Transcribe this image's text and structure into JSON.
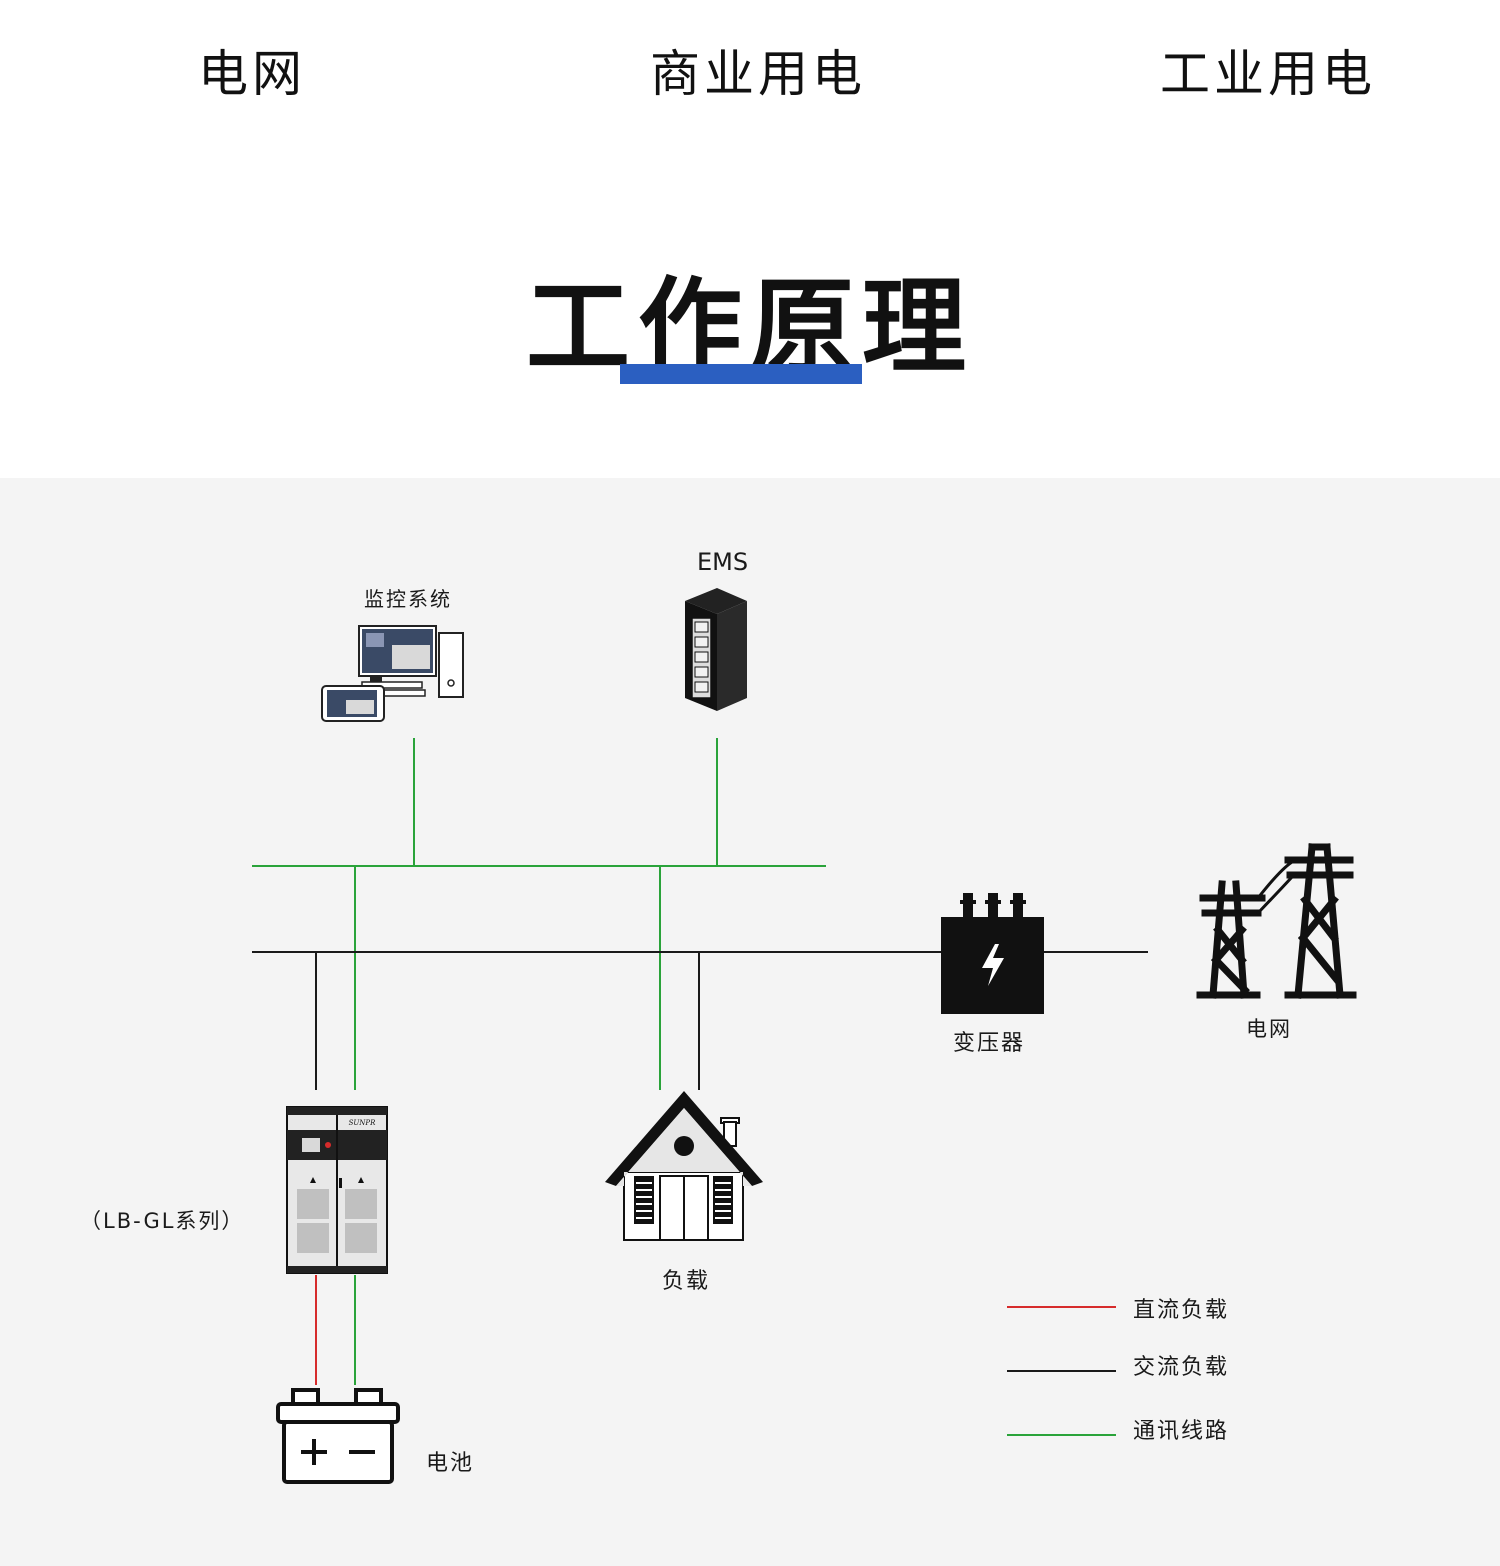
{
  "nav": {
    "items": [
      "电网",
      "商业用电",
      "工业用电"
    ]
  },
  "section": {
    "title": "工作原理",
    "accent_color": "#2b5fc1"
  },
  "diagram": {
    "nodes": {
      "monitoring": "监控系统",
      "ems": "EMS",
      "transformer": "变压器",
      "grid": "电网",
      "pcs": "（LB-GL系列）",
      "load": "负载",
      "battery": "电池"
    },
    "pcs_brand": "SUNPR",
    "legend": [
      {
        "label": "直流负载",
        "color": "#d62b2b"
      },
      {
        "label": "交流负载",
        "color": "#1a1a1a"
      },
      {
        "label": "通讯线路",
        "color": "#2aa33a"
      }
    ]
  }
}
